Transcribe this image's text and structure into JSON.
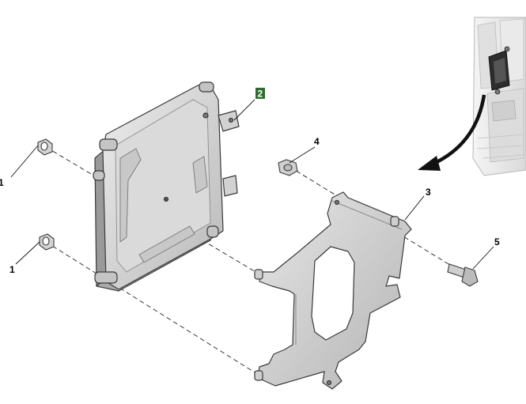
{
  "callouts": [
    {
      "id": "c1a",
      "label": "1"
    },
    {
      "id": "c1b",
      "label": "1"
    },
    {
      "id": "c2",
      "label": "2",
      "highlighted": true
    },
    {
      "id": "c3",
      "label": "3"
    },
    {
      "id": "c4",
      "label": "4"
    },
    {
      "id": "c5",
      "label": "5"
    }
  ],
  "colors": {
    "metal_light": "#e2e2e2",
    "metal_mid": "#c4c4c4",
    "metal_dark": "#8c8c8c",
    "outline": "#3a3a3a",
    "highlight_fill": "#2f6b2f",
    "highlight_text": "#ffffff",
    "callout_text": "#000000",
    "arrow": "#111111"
  }
}
